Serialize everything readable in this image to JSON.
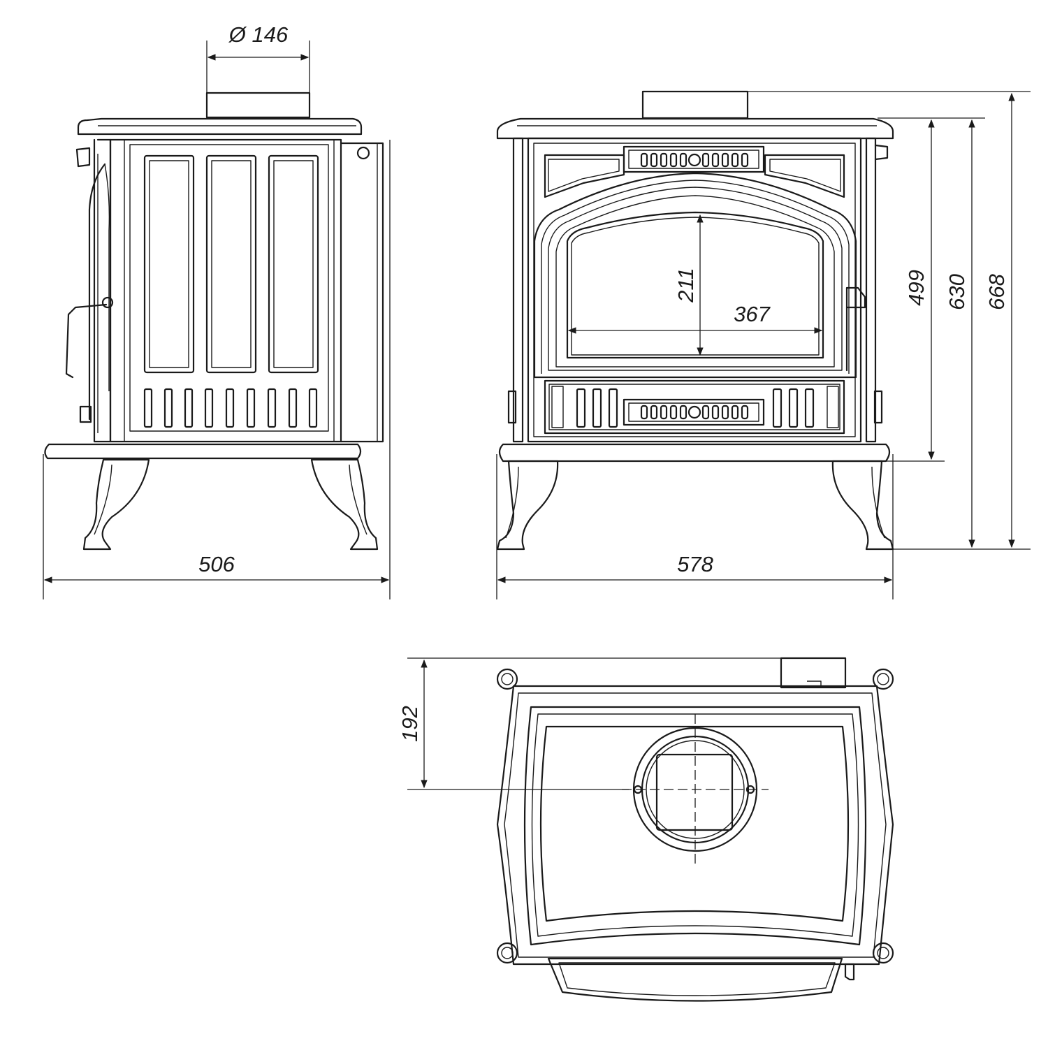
{
  "drawing": {
    "views": [
      "side-view",
      "front-view",
      "top-view"
    ],
    "dimensions": {
      "flue_diameter": "Ø 146",
      "side_depth": "506",
      "front_width": "578",
      "door_glass_height": "211",
      "door_glass_width": "367",
      "height_to_top_plate": "499",
      "height_to_top": "630",
      "height_overall": "668",
      "flue_offset": "192"
    }
  }
}
